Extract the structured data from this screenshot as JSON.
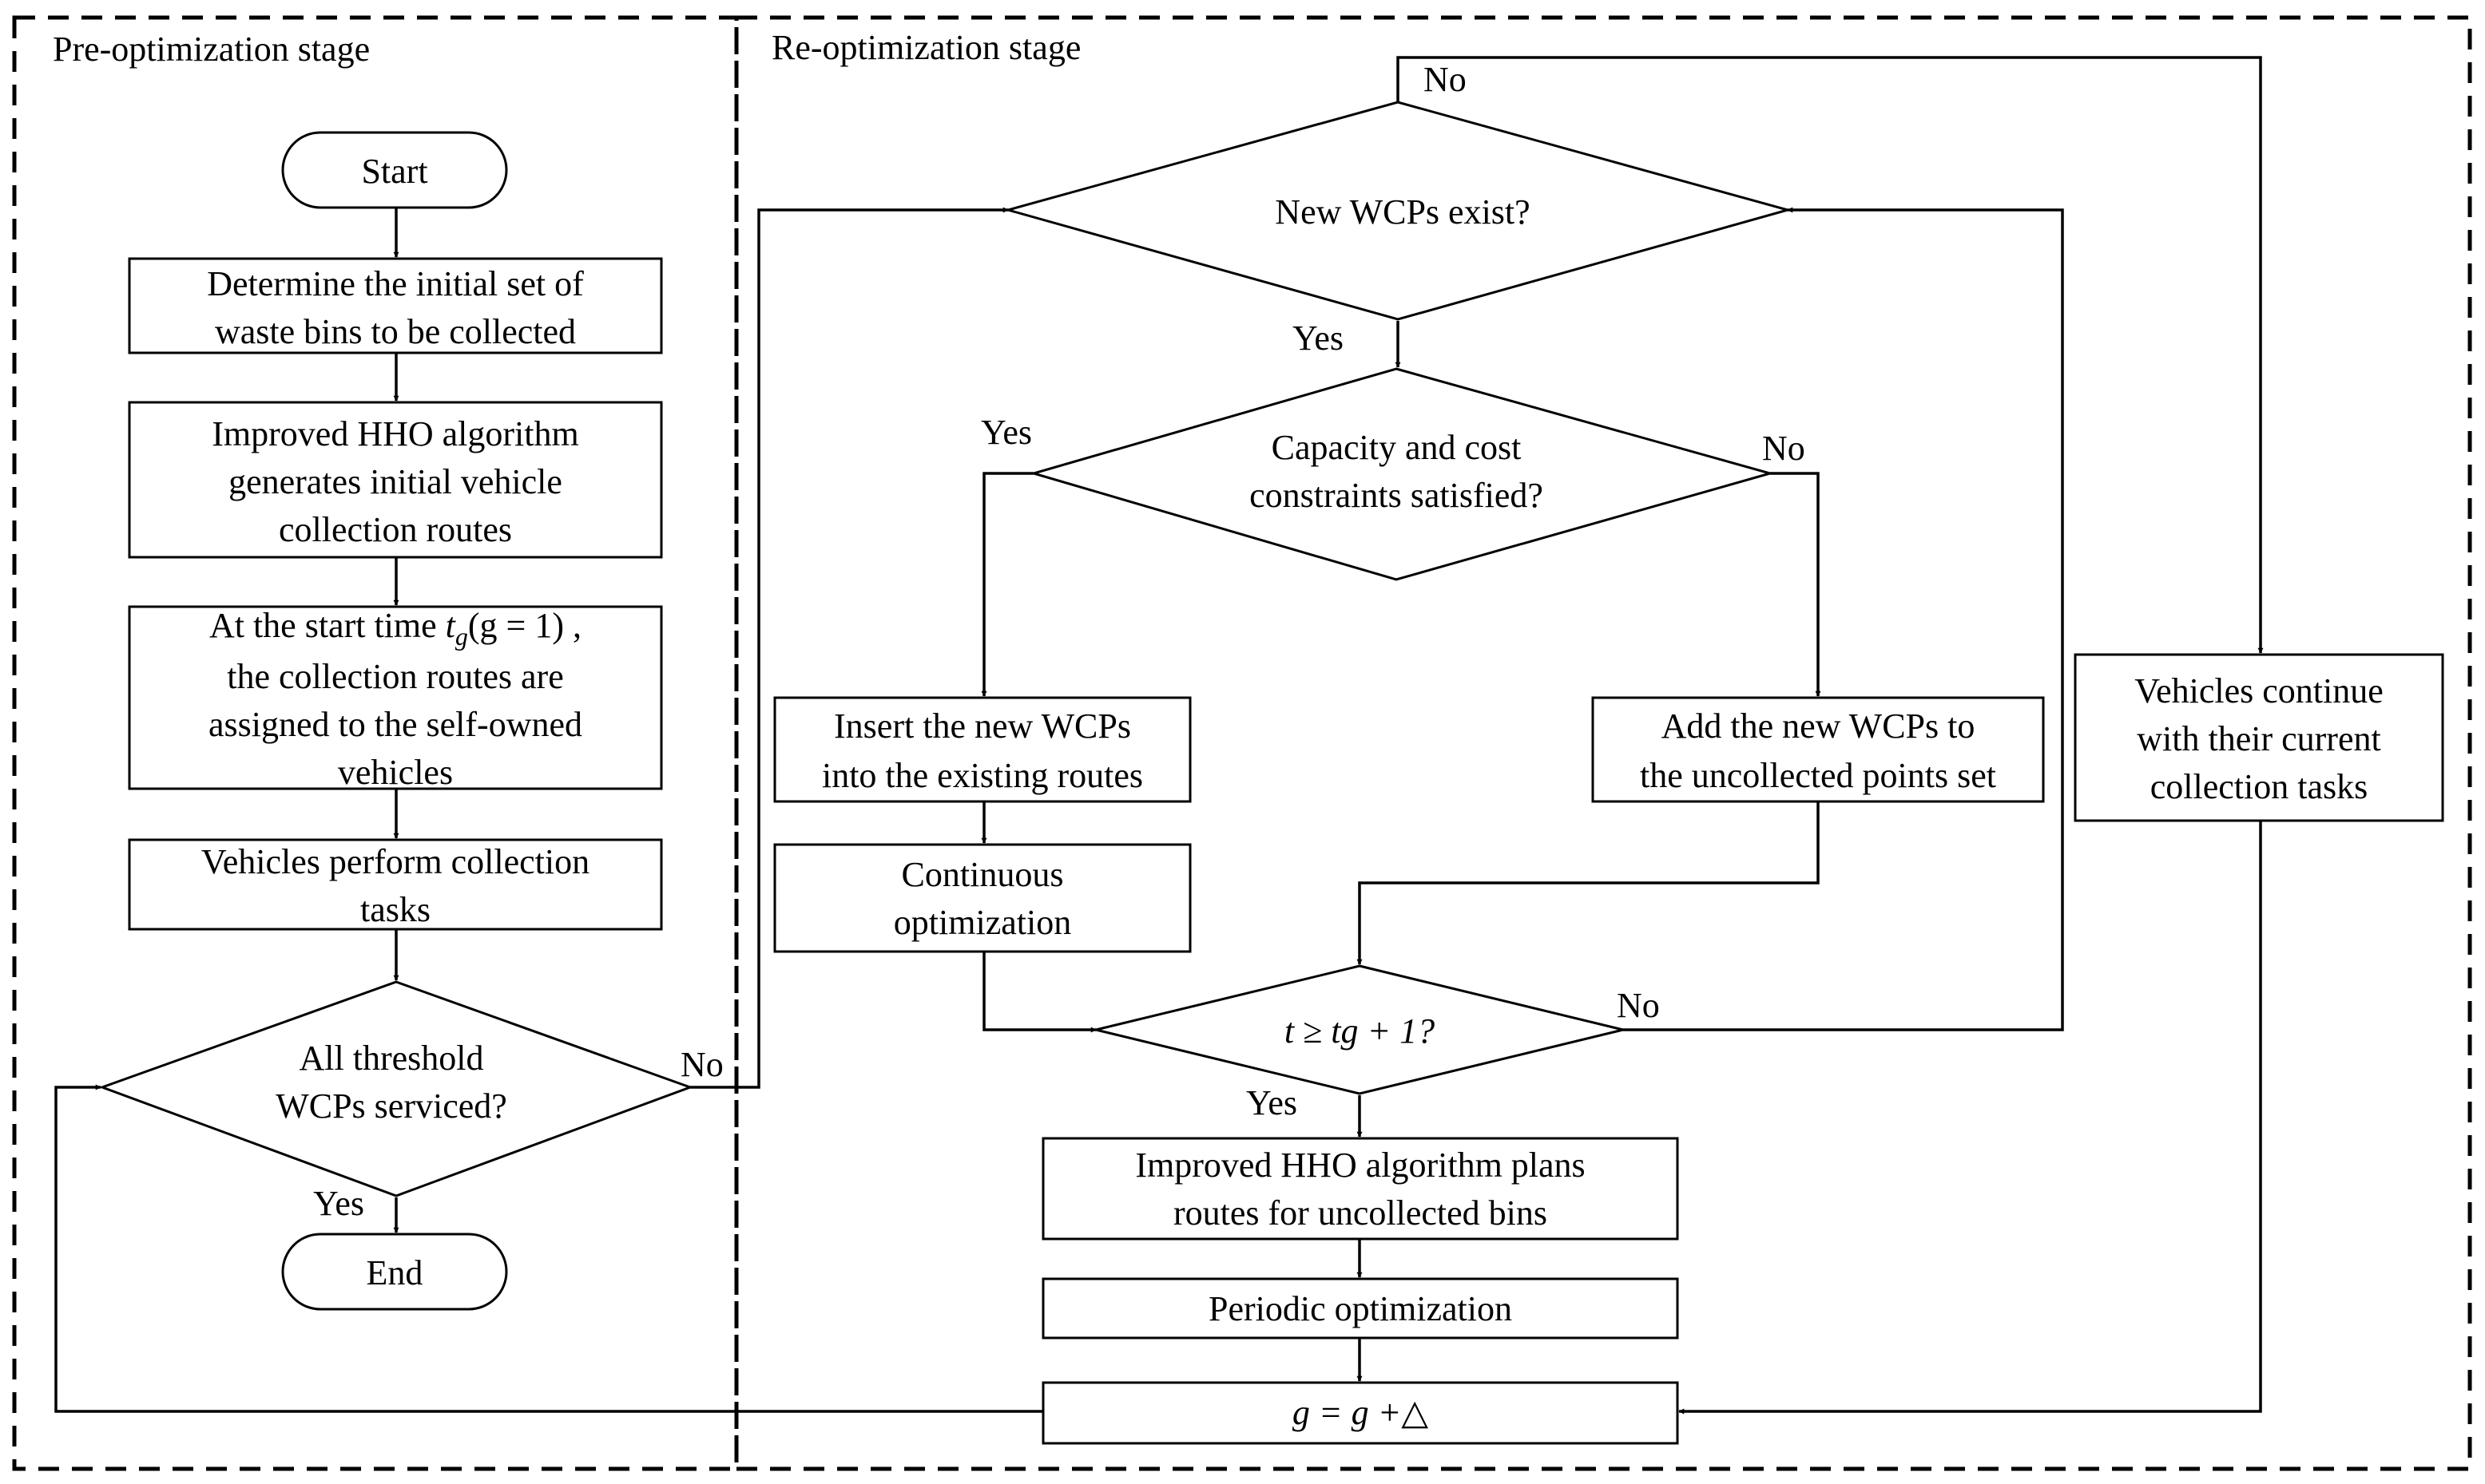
{
  "stages": {
    "pre": "Pre-optimization stage",
    "re": "Re-optimization stage"
  },
  "nodes": {
    "start": "Start",
    "determine": [
      "Determine the initial set of",
      "waste bins to be collected"
    ],
    "hho_initial": [
      "Improved HHO algorithm",
      "generates initial vehicle",
      "collection routes"
    ],
    "assign": {
      "line1_prefix": "At the start time ",
      "line1_var": "t",
      "line1_sub": "g",
      "line1_suffix": "(g = 1) ,",
      "rest": [
        "the collection routes are",
        "assigned to the self-owned",
        "vehicles"
      ]
    },
    "perform": [
      "Vehicles perform collection",
      "tasks"
    ],
    "all_serviced": [
      "All threshold",
      "WCPs serviced?"
    ],
    "end": "End",
    "new_wcps": "New WCPs exist?",
    "constraints": [
      "Capacity and cost",
      "constraints satisfied?"
    ],
    "insert": [
      "Insert the new WCPs",
      "into the existing routes"
    ],
    "add": [
      "Add the new WCPs to",
      "the uncollected points set"
    ],
    "continue": [
      "Vehicles continue",
      "with their current",
      "collection tasks"
    ],
    "continuous": [
      "Continuous",
      "optimization"
    ],
    "time_check": "t ≥ tg + 1?",
    "hho_plan": [
      "Improved HHO algorithm plans",
      "routes for uncollected bins"
    ],
    "periodic": "Periodic optimization",
    "update": "g = g +△"
  },
  "edge_labels": {
    "all_no": "No",
    "all_yes": "Yes",
    "new_no": "No",
    "new_yes": "Yes",
    "cap_yes": "Yes",
    "cap_no": "No",
    "time_no": "No",
    "time_yes": "Yes"
  }
}
